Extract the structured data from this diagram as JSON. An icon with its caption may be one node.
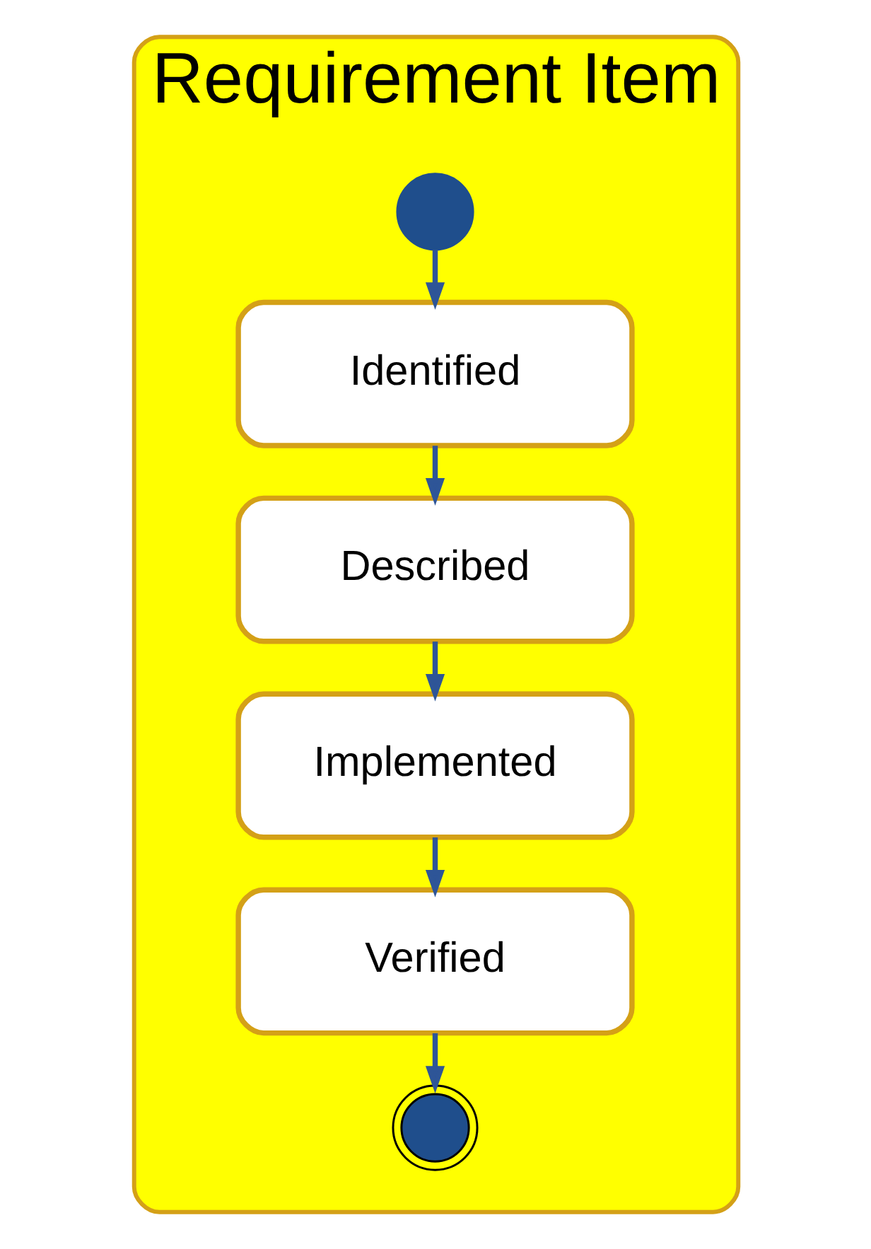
{
  "diagram": {
    "nodes": [
      {
        "text": [
          "Requirement Item"
        ]
      },
      {
        "text": [],
        "shape": "circle",
        "in": 0
      },
      {
        "text": [
          "Identified"
        ],
        "in": 0
      },
      {
        "text": [
          "Described"
        ],
        "in": 0
      },
      {
        "text": [
          "Implemented"
        ],
        "in": 0
      },
      {
        "text": [
          "Verified"
        ],
        "in": 0
      },
      {
        "text": [],
        "shape": "circle",
        "in": 0
      }
    ],
    "edges": [
      {
        "from": 1,
        "to": 2,
        "arrow": "to"
      },
      {
        "from": 2,
        "to": 3,
        "arrow": "to"
      },
      {
        "from": 3,
        "to": 4,
        "arrow": "to"
      },
      {
        "from": 4,
        "to": 5,
        "arrow": "to"
      },
      {
        "from": 5,
        "to": 6,
        "arrow": "to"
      }
    ]
  }
}
